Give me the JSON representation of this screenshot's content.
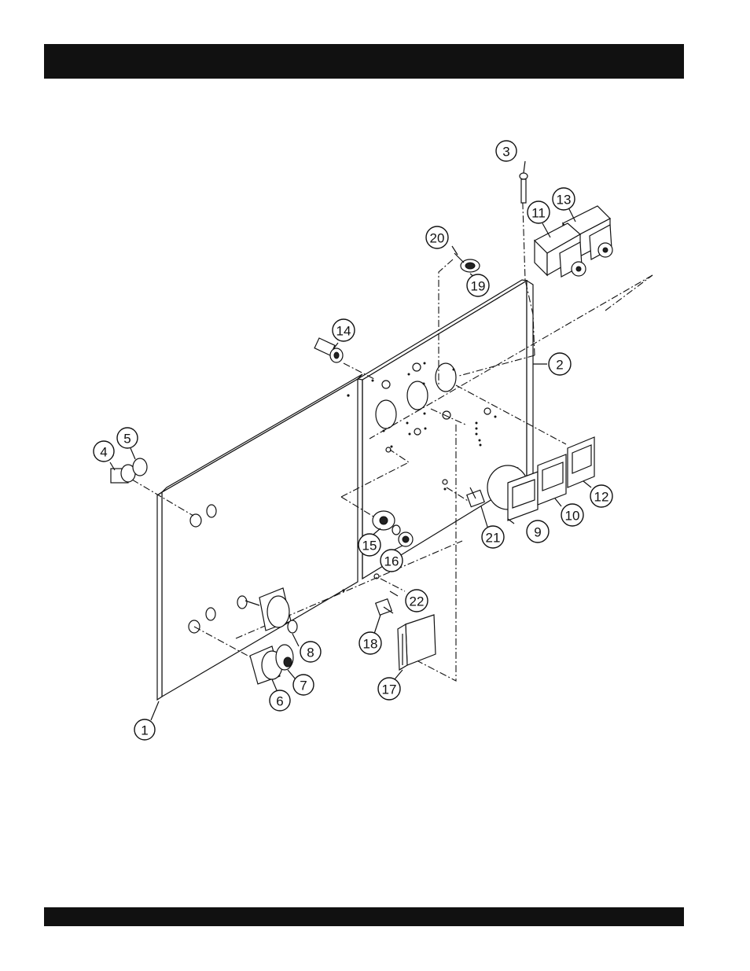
{
  "colors": {
    "bar": "#111111",
    "line": "#111111",
    "background": "#ffffff"
  },
  "callouts": [
    {
      "id": "1",
      "label": "1"
    },
    {
      "id": "2",
      "label": "2"
    },
    {
      "id": "3",
      "label": "3"
    },
    {
      "id": "4",
      "label": "4"
    },
    {
      "id": "5",
      "label": "5"
    },
    {
      "id": "6",
      "label": "6"
    },
    {
      "id": "7",
      "label": "7"
    },
    {
      "id": "8",
      "label": "8"
    },
    {
      "id": "9",
      "label": "9"
    },
    {
      "id": "10",
      "label": "10"
    },
    {
      "id": "11",
      "label": "11"
    },
    {
      "id": "12",
      "label": "12"
    },
    {
      "id": "13",
      "label": "13"
    },
    {
      "id": "14",
      "label": "14"
    },
    {
      "id": "15",
      "label": "15"
    },
    {
      "id": "16",
      "label": "16"
    },
    {
      "id": "17",
      "label": "17"
    },
    {
      "id": "18",
      "label": "18"
    },
    {
      "id": "19",
      "label": "19"
    },
    {
      "id": "20",
      "label": "20"
    },
    {
      "id": "21",
      "label": "21"
    },
    {
      "id": "22",
      "label": "22"
    }
  ]
}
